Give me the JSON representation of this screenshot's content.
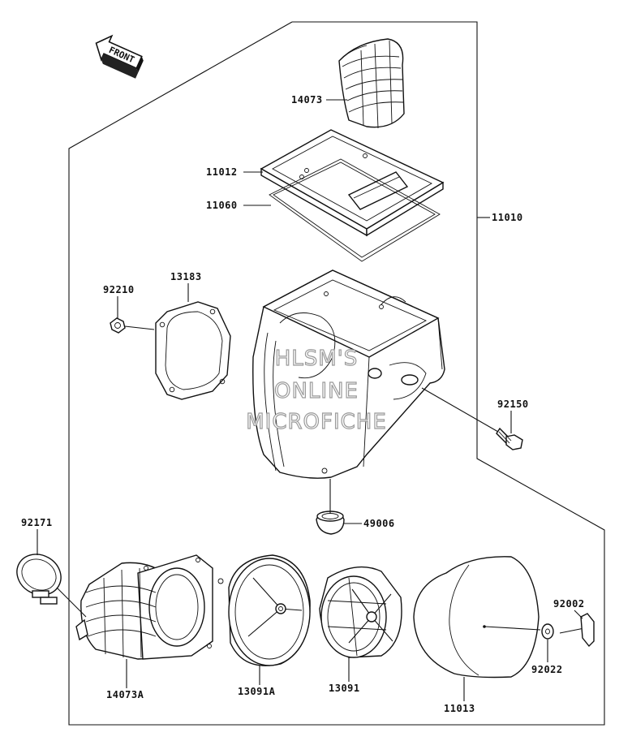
{
  "front_label": "FRONT",
  "watermark": {
    "line1": "HLSM'S",
    "line2": "ONLINE",
    "line3": "MICROFICHE"
  },
  "parts": {
    "p14073": "14073",
    "p11012": "11012",
    "p11060": "11060",
    "p11010": "11010",
    "p92210": "92210",
    "p13183": "13183",
    "p92150": "92150",
    "p49006": "49006",
    "p92171": "92171",
    "p14073A": "14073A",
    "p13091A": "13091A",
    "p13091": "13091",
    "p11013": "11013",
    "p92002": "92002",
    "p92022": "92022"
  }
}
